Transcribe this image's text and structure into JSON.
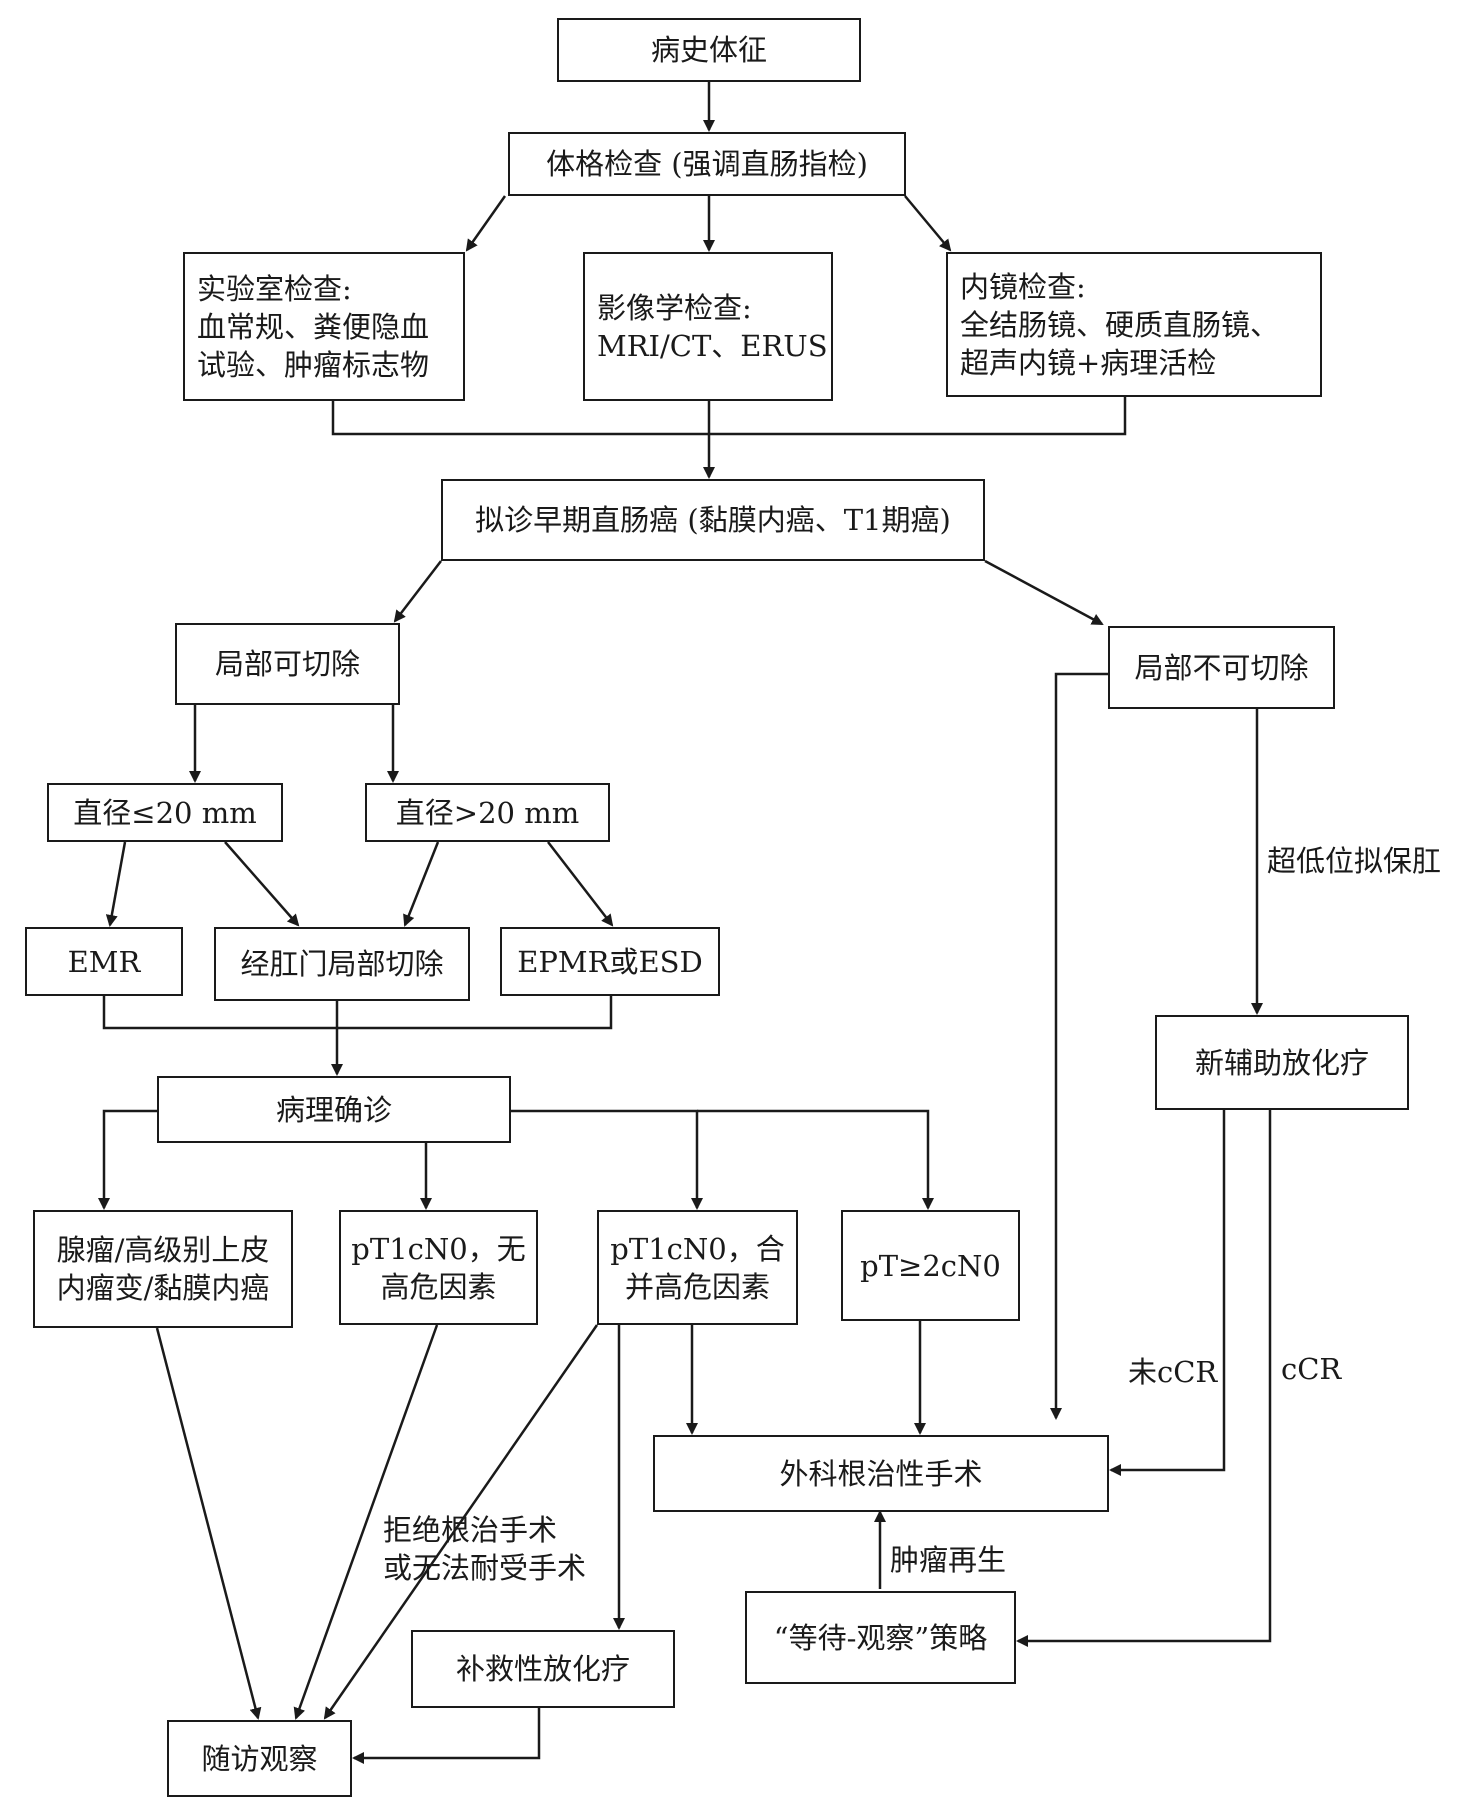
{
  "nodes": {
    "history": [
      "病史体征"
    ],
    "physical_exam": [
      "体格检查 (强调直肠指检)"
    ],
    "lab": [
      "实验室检查:",
      "血常规、粪便隐血",
      "试验、肿瘤标志物"
    ],
    "imaging": [
      "影像学检查:",
      "MRI/CT、ERUS"
    ],
    "endoscopy": [
      "内镜检查:",
      "全结肠镜、硬质直肠镜、",
      "超声内镜+病理活检"
    ],
    "suspected": [
      "拟诊早期直肠癌 (黏膜内癌、T1期癌)"
    ],
    "resectable": [
      "局部可切除"
    ],
    "unresectable": [
      "局部不可切除"
    ],
    "diam_small": [
      "直径≤20 mm"
    ],
    "diam_large": [
      "直径>20 mm"
    ],
    "emr": [
      "EMR"
    ],
    "transanal": [
      "经肛门局部切除"
    ],
    "epmr": [
      "EPMR或ESD"
    ],
    "pathology": [
      "病理确诊"
    ],
    "adenoma": [
      "腺瘤/高级别上皮",
      "内瘤变/黏膜内癌"
    ],
    "pt1_no_risk": [
      "pT1cN0，无",
      "高危因素"
    ],
    "pt1_risk": [
      "pT1cN0，合",
      "并高危因素"
    ],
    "pt2": [
      "pT≥2cN0"
    ],
    "neoadjuvant": [
      "新辅助放化疗"
    ],
    "surgery": [
      "外科根治性手术"
    ],
    "watch_wait": [
      "“等待-观察”策略"
    ],
    "salvage": [
      "补救性放化疗"
    ],
    "followup": [
      "随访观察"
    ]
  },
  "edge_labels": {
    "ultra_low": "超低位拟保肛",
    "no_ccr": "未cCR",
    "ccr": "cCR",
    "regrowth": "肿瘤再生",
    "refuse": [
      "拒绝根治手术",
      "或无法耐受手术"
    ]
  },
  "colors": {
    "line": "#1a1a1a",
    "background": "#ffffff"
  }
}
